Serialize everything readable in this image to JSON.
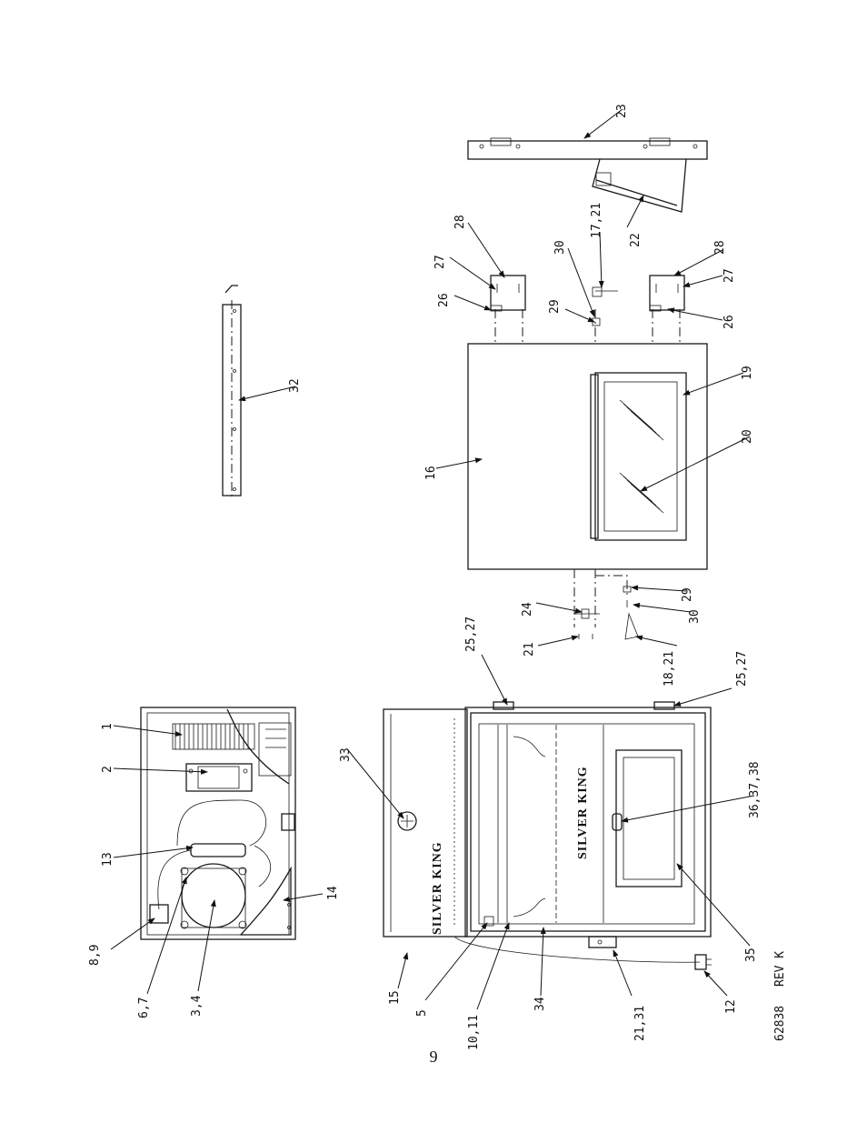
{
  "page_number": "9",
  "drawing_number": "62838",
  "revision": "REV K",
  "brand": "SILVER KING",
  "callouts": {
    "c1": "1",
    "c2": "2",
    "c13": "13",
    "c8_9": "8,9",
    "c6_7": "6,7",
    "c3_4": "3,4",
    "c14": "14",
    "c15": "15",
    "c5": "5",
    "c10_11": "10,11",
    "c34": "34",
    "c33": "33",
    "c21_31": "21,31",
    "c12": "12",
    "c35": "35",
    "c36_38": "36,37,38",
    "c25_27_top": "25,27",
    "c25_27_bot": "25,27",
    "c21a": "21",
    "c24": "24",
    "c18_21": "18,21",
    "c30a": "30",
    "c29a": "29",
    "c16": "16",
    "c19": "19",
    "c20": "20",
    "c26a": "26",
    "c27a": "27",
    "c28a": "28",
    "c29b": "29",
    "c30b": "30",
    "c17_21": "17,21",
    "c26b": "26",
    "c27b": "27",
    "c28b": "28",
    "c22": "22",
    "c23": "23",
    "c32": "32"
  }
}
